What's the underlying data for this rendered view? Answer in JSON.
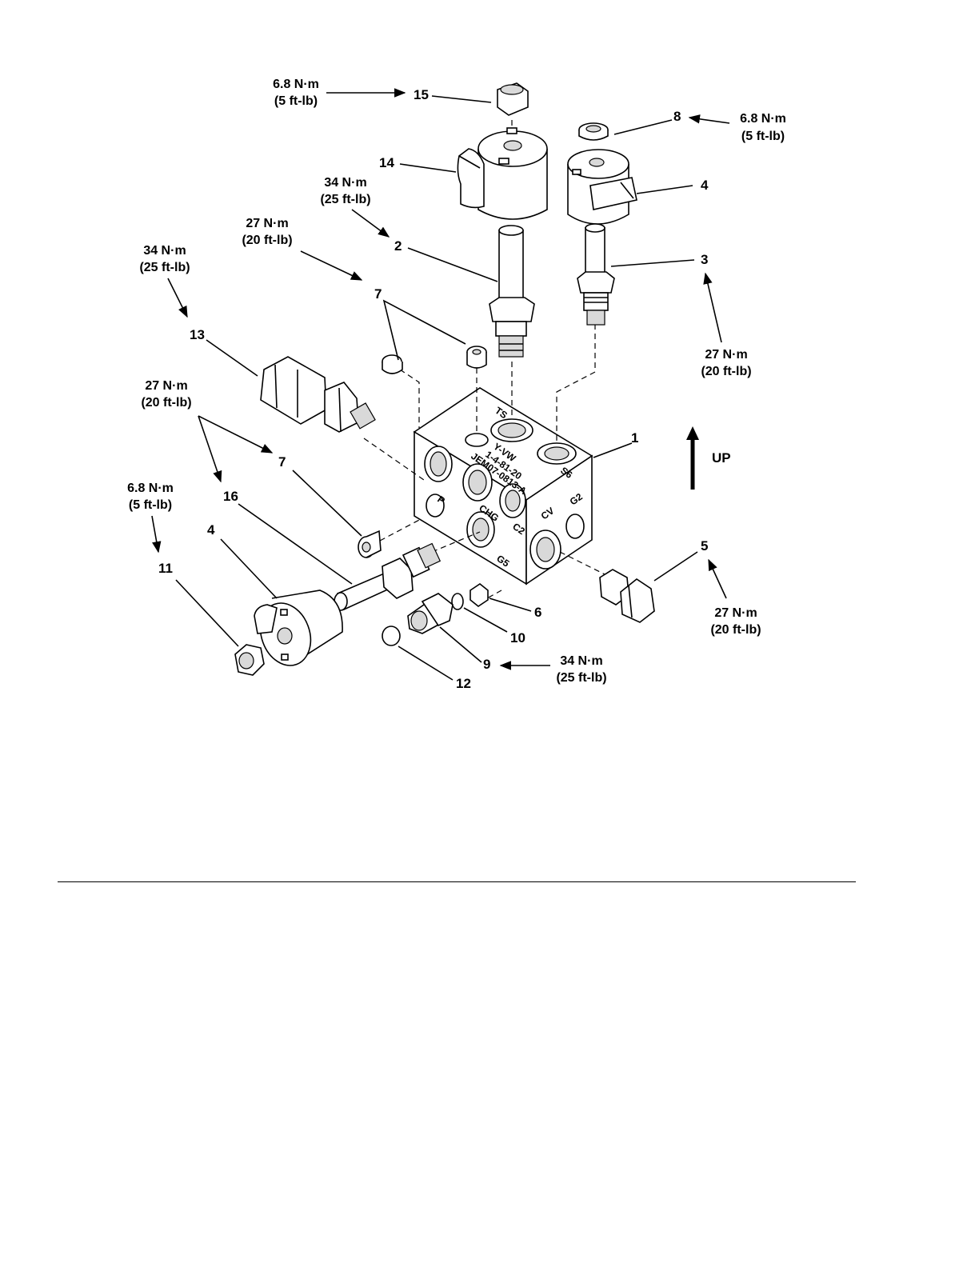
{
  "diagram": {
    "up_label": "UP",
    "callouts": {
      "c1": "1",
      "c2": "2",
      "c3": "3",
      "c4a": "4",
      "c4b": "4",
      "c5": "5",
      "c6": "6",
      "c7a": "7",
      "c7b": "7",
      "c8": "8",
      "c9": "9",
      "c10": "10",
      "c11": "11",
      "c12": "12",
      "c13": "13",
      "c14": "14",
      "c15": "15",
      "c16": "16"
    },
    "torques": {
      "t15": [
        "6.8 N·m",
        "(5 ft-lb)"
      ],
      "t8": [
        "6.8 N·m",
        "(5 ft-lb)"
      ],
      "t2": [
        "34 N·m",
        "(25 ft-lb)"
      ],
      "t7a": [
        "27 N·m",
        "(20 ft-lb)"
      ],
      "t13": [
        "34 N·m",
        "(25 ft-lb)"
      ],
      "t3": [
        "27 N·m",
        "(20 ft-lb)"
      ],
      "t7b": [
        "27 N·m",
        "(20 ft-lb)"
      ],
      "t11": [
        "6.8 N·m",
        "(5 ft-lb)"
      ],
      "t5": [
        "27 N·m",
        "(20 ft-lb)"
      ],
      "t9": [
        "34 N·m",
        "(25 ft-lb)"
      ]
    },
    "block_markings": {
      "ts": "TS",
      "s6": "S6",
      "p": "P",
      "chg": "CHG",
      "c2": "C2",
      "cv": "CV",
      "g2": "G2",
      "g5": "G5",
      "stamp1": "Y-VW",
      "stamp2": "1-4-81-20",
      "stamp3": "JEM07-0813-A"
    }
  }
}
